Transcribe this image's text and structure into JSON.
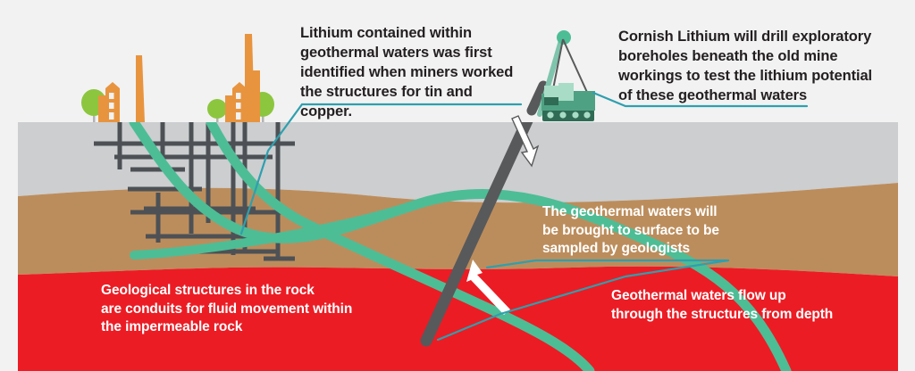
{
  "diagram": {
    "title": "Cornish Lithium geothermal borehole cross-section",
    "background_color": "#f2f2f2",
    "annotations": [
      {
        "id": "lithium-history",
        "text": "Lithium contained within\ngeothermal waters was first\nidentified when miners worked\nthe structures for tin and copper.",
        "style": "dark",
        "leader_color": "#2f9fae"
      },
      {
        "id": "drill-plan",
        "text": "Cornish Lithium will drill exploratory\nboreholes beneath the old mine\nworkings to test the lithium potential\nof these geothermal waters",
        "style": "dark",
        "leader_color": "#2f9fae"
      },
      {
        "id": "sampling",
        "text": "The geothermal waters will\nbe brought to surface to be\nsampled by geologists",
        "style": "light",
        "leader_color": "#2f9fae"
      },
      {
        "id": "conduits",
        "text": "Geological structures in the rock\nare conduits for fluid movement within\nthe impermeable rock",
        "style": "light",
        "leader_color": "none"
      },
      {
        "id": "flow-up",
        "text": "Geothermal waters flow up\nthrough the structures from depth",
        "style": "light",
        "leader_color": "none"
      }
    ],
    "layers": [
      {
        "name": "overburden",
        "label": "grey surface layer",
        "color": "#ccced0"
      },
      {
        "name": "sedimentary",
        "label": "tan rock layer",
        "color": "#bc8d5c"
      },
      {
        "name": "impermeable-granite",
        "label": "red impermeable rock",
        "color": "#ec1c24"
      }
    ],
    "features": {
      "structures_color": "#4dbd96",
      "mine_workings_color": "#4d5155",
      "borehole_color": "#58595b",
      "arrow_color": "#ffffff",
      "building_color": "#e8943f",
      "building_window_color": "#f2f2f2",
      "tree_color": "#8cc63e",
      "rig_body_color": "#4fa183",
      "rig_dark_color": "#2f6b55",
      "rig_light_color": "#a8dcc6",
      "leader_color": "#2f9fae"
    },
    "objects": [
      {
        "name": "engine-house-left",
        "label": "Cornish mine engine house with chimney"
      },
      {
        "name": "engine-house-right",
        "label": "Cornish mine engine house with chimney"
      },
      {
        "name": "drill-rig",
        "label": "tracked exploratory drilling rig"
      },
      {
        "name": "mine-workings",
        "label": "historic mine shafts and levels grid"
      },
      {
        "name": "borehole",
        "label": "exploratory borehole"
      },
      {
        "name": "geothermal-structure-upper",
        "label": "geological structure conduit"
      },
      {
        "name": "geothermal-structure-lower",
        "label": "geological structure conduit"
      },
      {
        "name": "flow-arrow-upper",
        "label": "water flow to surface arrow"
      },
      {
        "name": "flow-arrow-lower",
        "label": "geothermal water inflow arrow"
      }
    ]
  }
}
